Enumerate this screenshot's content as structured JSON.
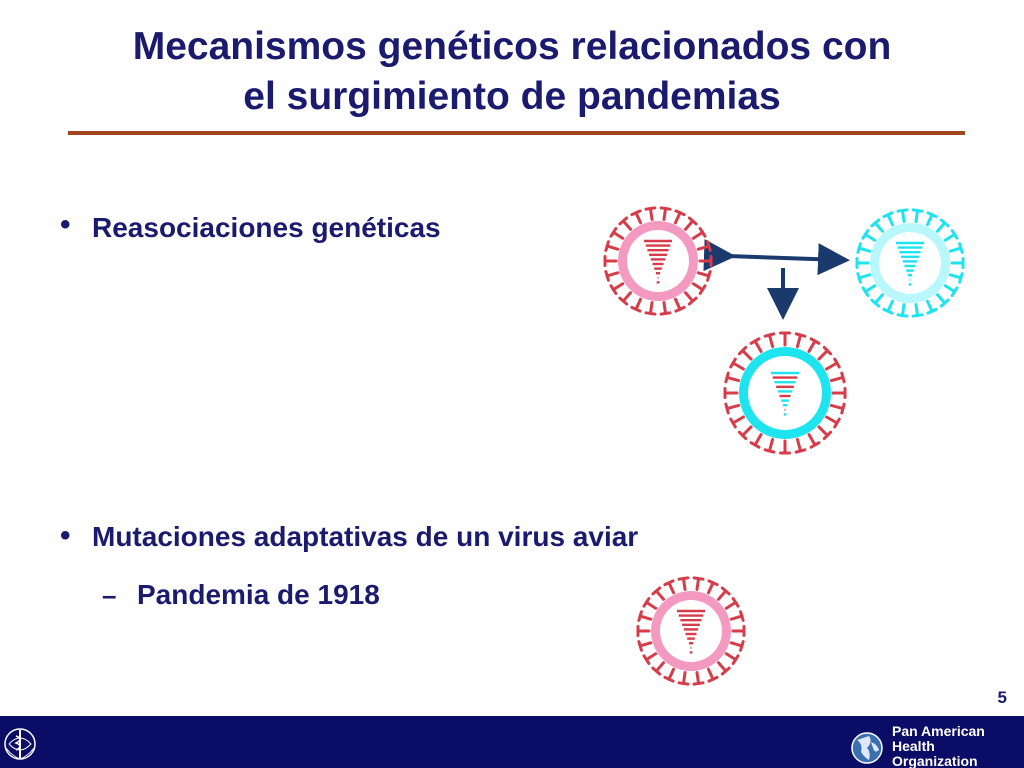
{
  "slide": {
    "title": "Mecanismos  genéticos relacionados con\nel surgimiento de pandemias",
    "bullets": [
      {
        "text": "Reasociaciones  genéticas"
      },
      {
        "text": "Mutaciones adaptativas de un virus aviar",
        "sub": "Pandemia de 1918"
      }
    ],
    "page_number": "5"
  },
  "footer": {
    "organization": "Pan American\nHealth\nOrganization",
    "who_logo_icon": "who-emblem-icon",
    "paho_logo_icon": "paho-globe-icon"
  },
  "colors": {
    "title": "#1a1a6e",
    "rule": "#a0461e",
    "footer": "#0b0c66",
    "spike_red": "#d63c4a",
    "pink_capsid": "#f49ac1",
    "cyan_capsid": "#1ee4f0",
    "pale_cyan_capsid": "#b8f7fb",
    "arrow": "#1a3a6e"
  }
}
